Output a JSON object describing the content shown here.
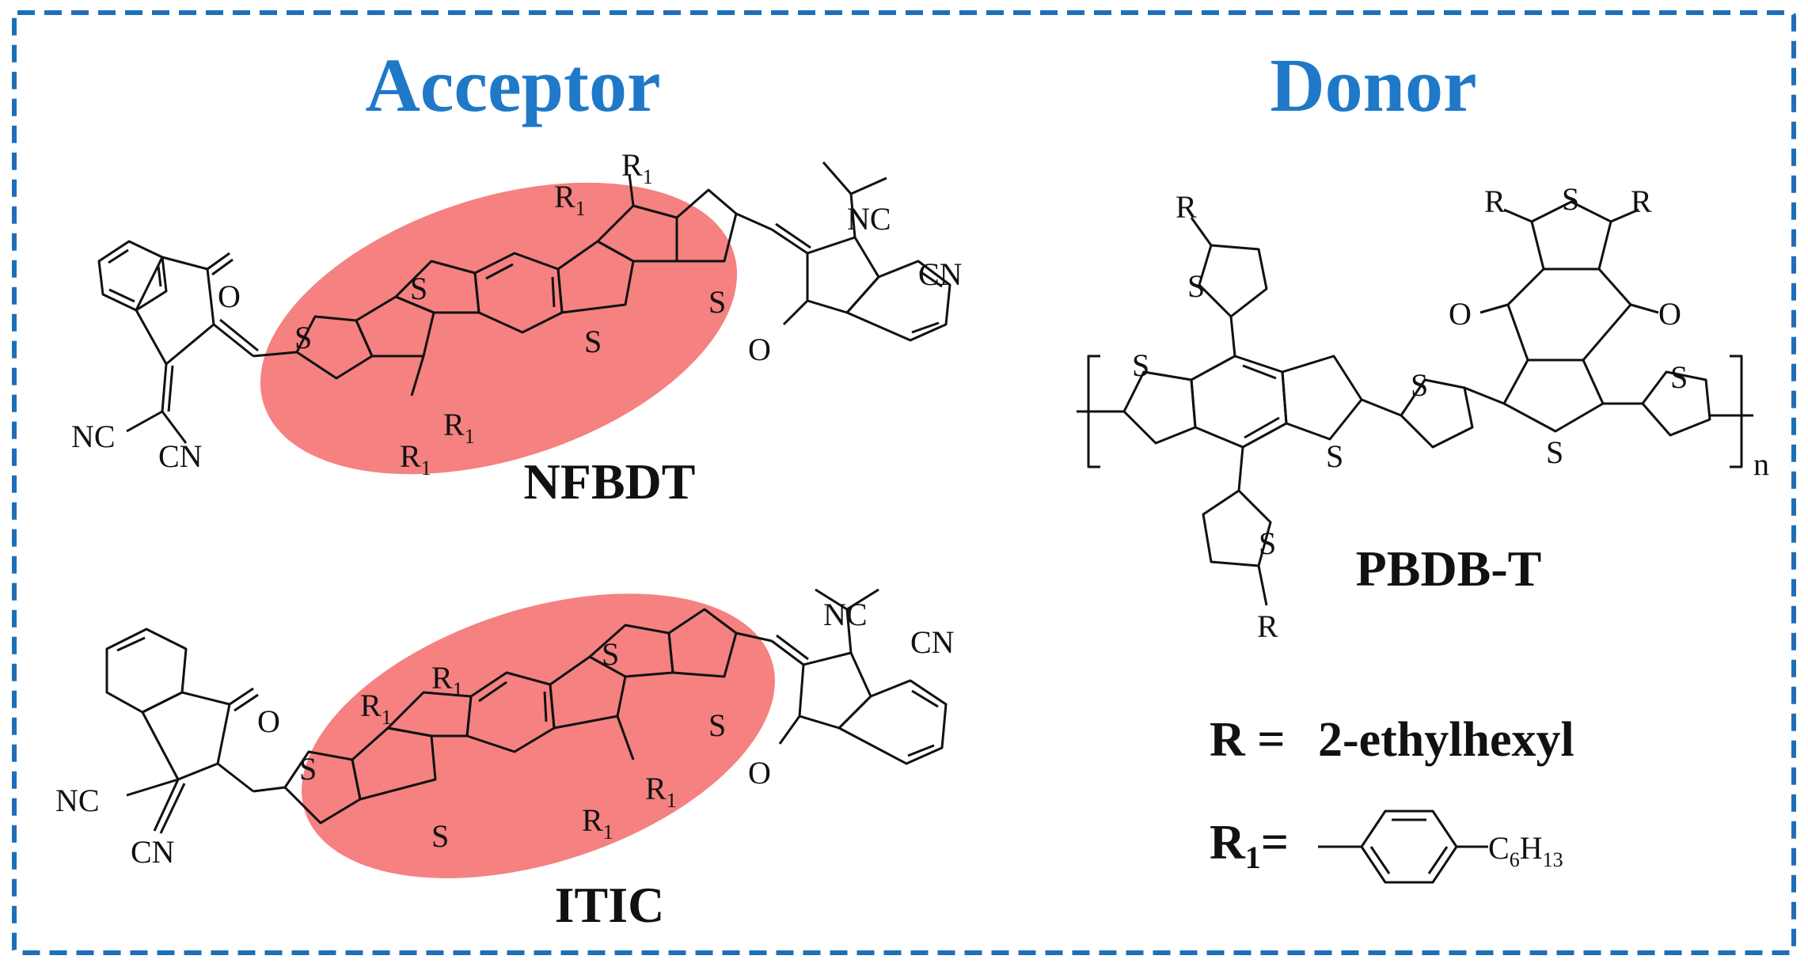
{
  "headings": {
    "acceptor": "Acceptor",
    "donor": "Donor"
  },
  "molecules": {
    "acceptor_1": "NFBDT",
    "acceptor_2": "ITIC",
    "donor_1": "PBDB-T"
  },
  "definitions": {
    "r_label": "R =",
    "r_value": "2-ethylhexyl",
    "r1_label": "R",
    "r1_sub": "1",
    "r1_eq": "=",
    "r1_group": "C6H13"
  },
  "atom_labels": {
    "s": "S",
    "o": "O",
    "nc": "NC",
    "cn": "CN",
    "r": "R",
    "r1": "R1",
    "n": "n"
  },
  "colors": {
    "heading": "#1f78c8",
    "frame": "#1f6fb8",
    "highlight": "#f47a7a"
  }
}
